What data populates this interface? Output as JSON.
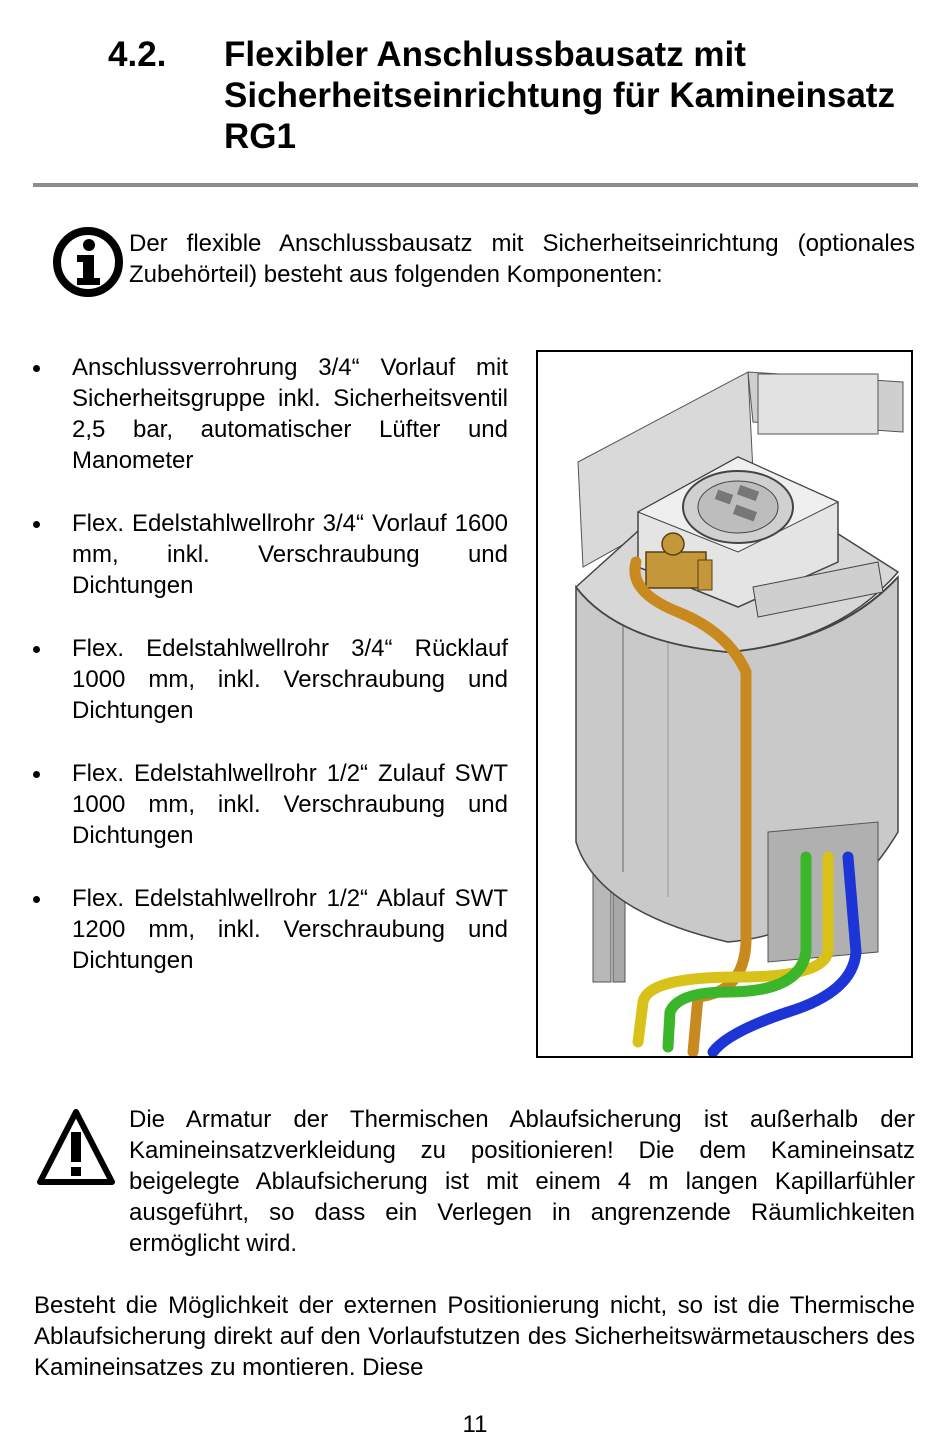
{
  "section": {
    "number": "4.2.",
    "title": "Flexibler Anschlussbausatz mit Sicherheitseinrichtung für Kamineinsatz RG1"
  },
  "icons": {
    "info": "info-icon",
    "warning": "warning-triangle-icon"
  },
  "intro_text": "Der flexible Anschlussbausatz mit Sicherheitseinrichtung (optionales Zubehörteil) besteht aus folgenden Komponenten:",
  "components": [
    "Anschlussverrohrung 3/4“ Vorlauf mit Sicherheitsgruppe inkl. Sicherheitsventil 2,5 bar, automatischer Lüfter und Manometer",
    "Flex. Edelstahlwellrohr 3/4“ Vorlauf 1600 mm, inkl. Verschraubung und Dichtungen",
    "Flex. Edelstahlwellrohr 3/4“ Rücklauf 1000 mm, inkl. Verschraubung und Dichtungen",
    "Flex. Edelstahlwellrohr 1/2“ Zulauf SWT 1000 mm, inkl. Verschraubung und Dichtungen",
    "Flex. Edelstahlwellrohr 1/2“ Ablauf SWT 1200 mm, inkl. Verschraubung und Dichtungen"
  ],
  "warning_text": "Die Armatur der Thermischen Ablaufsicherung ist außerhalb der Kamineinsatzverkleidung zu positionieren! Die dem Kamineinsatz beigelegte Ablaufsicherung ist mit einem 4 m langen Kapillarfühler ausgeführt, so dass ein Verlegen in angrenzende Räumlichkeiten ermöglicht wird.",
  "body_text": "Besteht die Möglichkeit der externen Positionierung nicht, so ist die Thermische Ablaufsicherung direkt auf den Vorlaufstutzen des Sicherheitswärmetauschers des Kamineinsatzes zu montieren. Diese",
  "page_number": "11",
  "colors": {
    "rule": "#8c8c8c",
    "pipe_flow": "#c88a1e",
    "pipe_return": "#d8c21a",
    "pipe_green": "#3bb52a",
    "pipe_blue": "#1d35d6",
    "casing": "#c9c9c9"
  }
}
